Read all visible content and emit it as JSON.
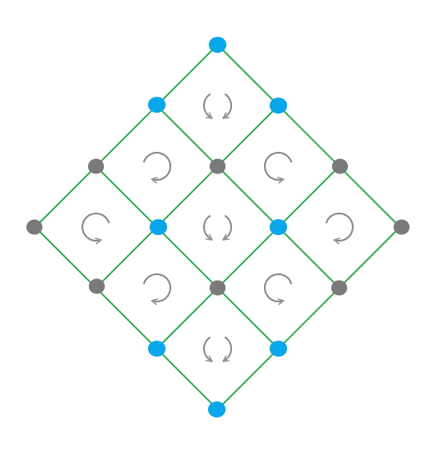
{
  "diagram": {
    "colors": {
      "background": "#ffffff",
      "edge": "#2aa84a",
      "node_blue": "#0aa6ea",
      "node_gray": "#7a7a7a",
      "arrow": "#8a8a8a"
    },
    "nodes": [
      {
        "id": "top",
        "color": "blue"
      },
      {
        "id": "upper-left",
        "color": "blue"
      },
      {
        "id": "upper-right",
        "color": "blue"
      },
      {
        "id": "mid-upper-left",
        "color": "gray"
      },
      {
        "id": "center-top",
        "color": "gray"
      },
      {
        "id": "mid-upper-right",
        "color": "gray"
      },
      {
        "id": "left",
        "color": "gray"
      },
      {
        "id": "center-left",
        "color": "blue"
      },
      {
        "id": "center-right",
        "color": "blue"
      },
      {
        "id": "right",
        "color": "gray"
      },
      {
        "id": "mid-lower-left",
        "color": "gray"
      },
      {
        "id": "center-bottom",
        "color": "gray"
      },
      {
        "id": "mid-lower-right",
        "color": "gray"
      },
      {
        "id": "lower-left",
        "color": "blue"
      },
      {
        "id": "lower-right",
        "color": "blue"
      },
      {
        "id": "bottom",
        "color": "blue"
      }
    ],
    "plaquettes": [
      {
        "id": "p-top",
        "symbol": "double-arrow-pair"
      },
      {
        "id": "p-upper-left",
        "symbol": "clockwise-arrow"
      },
      {
        "id": "p-upper-right",
        "symbol": "counterclockwise-arrow"
      },
      {
        "id": "p-left",
        "symbol": "counterclockwise-arrow"
      },
      {
        "id": "p-center",
        "symbol": "double-arrow-pair"
      },
      {
        "id": "p-right",
        "symbol": "clockwise-arrow"
      },
      {
        "id": "p-lower-left",
        "symbol": "clockwise-arrow"
      },
      {
        "id": "p-lower-right",
        "symbol": "counterclockwise-arrow"
      },
      {
        "id": "p-bottom",
        "symbol": "double-arrow-pair"
      }
    ]
  }
}
